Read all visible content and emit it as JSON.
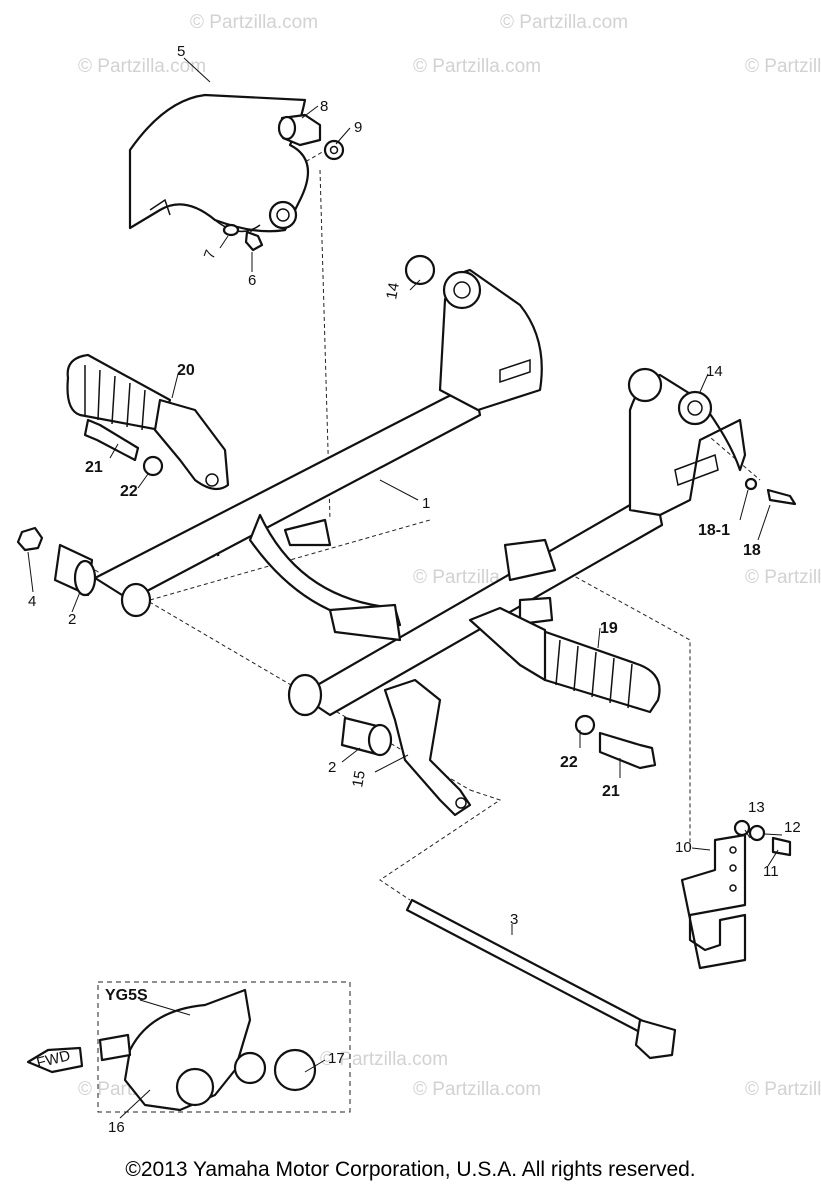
{
  "watermark": {
    "text": "© Partzilla.com",
    "featured_text": "© Partzilla.com"
  },
  "callouts": {
    "p1": "1",
    "p2a": "2",
    "p2b": "2",
    "p3": "3",
    "p4": "4",
    "p5": "5",
    "p6": "6",
    "p7": "7",
    "p8": "8",
    "p9": "9",
    "p10": "10",
    "p11": "11",
    "p12": "12",
    "p13": "13",
    "p14a": "14",
    "p14b": "14",
    "p15": "15",
    "p16": "16",
    "p17": "17",
    "p18": "18",
    "p18_1": "18-1",
    "p19": "19",
    "p20": "20",
    "p21a": "21",
    "p21b": "21",
    "p22a": "22",
    "p22b": "22"
  },
  "inset": {
    "model_label": "YG5S",
    "direction_label": "FWD"
  },
  "footer": {
    "copyright": "©2013 Yamaha Motor Corporation, U.S.A. All rights reserved."
  }
}
